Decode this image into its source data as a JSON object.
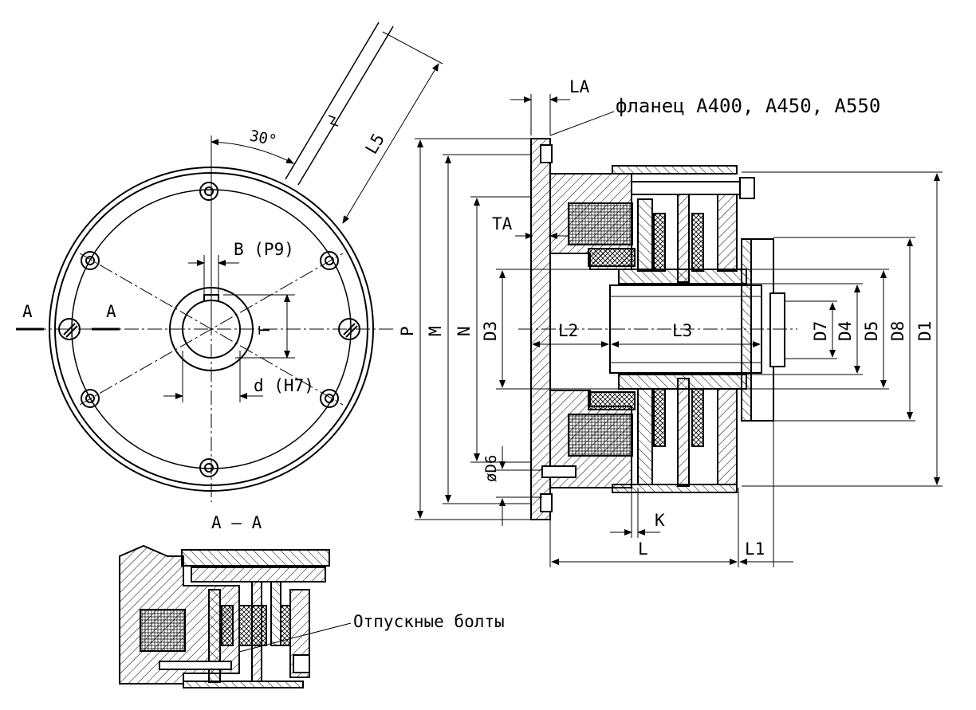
{
  "drawing": {
    "flange_note": "фланец A400, A450, A550",
    "section_title": "A – A",
    "release_bolts": "Отпускные болты",
    "section_marks": [
      "A",
      "A"
    ],
    "angle_label": "30°",
    "front_view_dims": {
      "L5": "L5",
      "B": "B (P9)",
      "T": "T",
      "d": "d (H7)"
    },
    "side_view_dims": {
      "LA": "LA",
      "TA": "TA",
      "P": "P",
      "M": "M",
      "N": "N",
      "D3": "D3",
      "L2": "L2",
      "L3": "L3",
      "D7": "D7",
      "D4": "D4",
      "D5": "D5",
      "D8": "D8",
      "D1": "D1",
      "D6": "øD6",
      "K": "K",
      "L": "L",
      "L1": "L1"
    }
  }
}
